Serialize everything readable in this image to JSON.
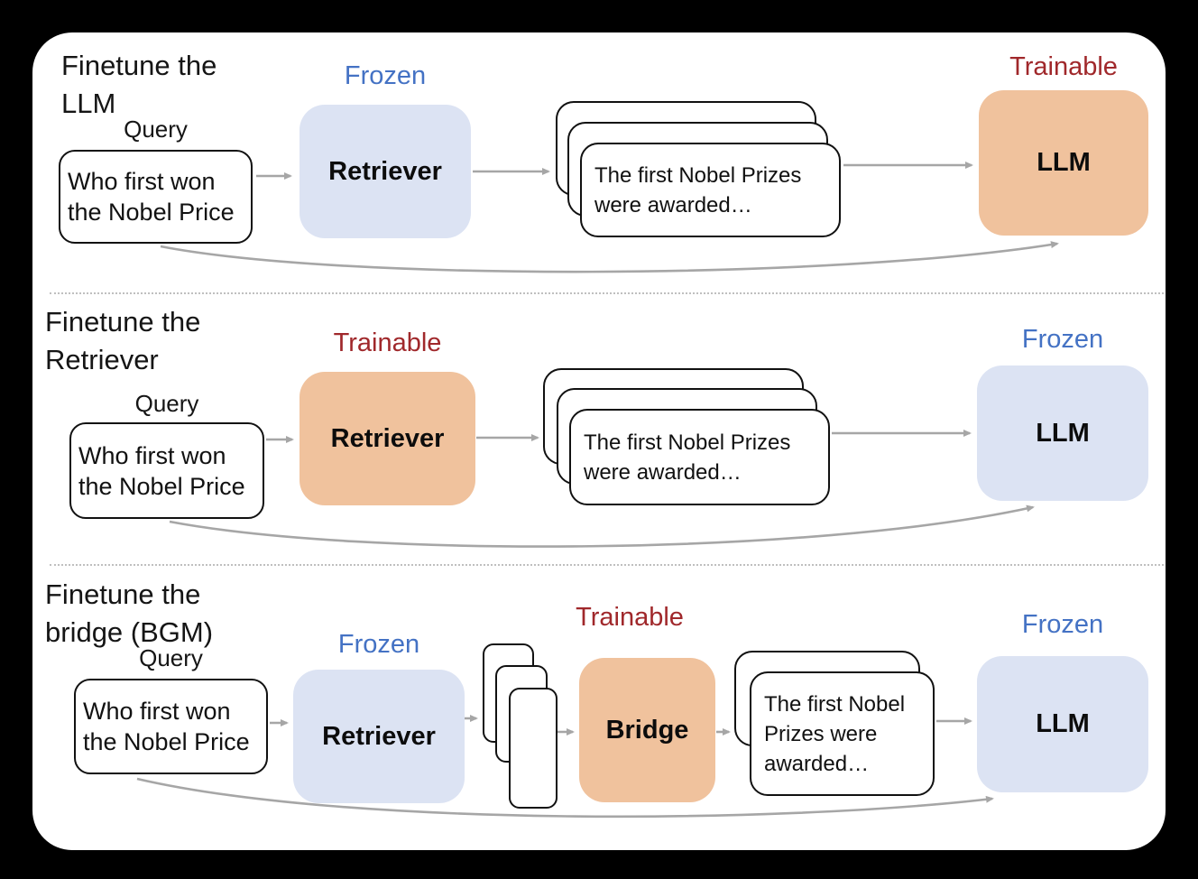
{
  "colors": {
    "background": "#000000",
    "panel": "#FFFFFF",
    "frozen_label": "#4472C4",
    "trainable_label": "#A0282B",
    "frozen_box": "#DCE3F3",
    "trainable_box": "#F0C29D",
    "arrow": "#A6A6A6",
    "box_border": "#111111"
  },
  "rows": [
    {
      "title_line1": "Finetune the",
      "title_line2": "LLM",
      "query_label": "Query",
      "query_text": "Who first won the Nobel Price",
      "retriever_state": "Frozen",
      "retriever_label": "Retriever",
      "docs_text": "The first Nobel Prizes were awarded…",
      "llm_state": "Trainable",
      "llm_label": "LLM"
    },
    {
      "title_line1": "Finetune the",
      "title_line2": "Retriever",
      "query_label": "Query",
      "query_text": "Who first won the Nobel Price",
      "retriever_state": "Trainable",
      "retriever_label": "Retriever",
      "docs_text": "The first Nobel Prizes were awarded…",
      "llm_state": "Frozen",
      "llm_label": "LLM"
    },
    {
      "title_line1": "Finetune the",
      "title_line2": "bridge (BGM)",
      "query_label": "Query",
      "query_text": "Who first won the Nobel Price",
      "retriever_state": "Frozen",
      "retriever_label": "Retriever",
      "bridge_state": "Trainable",
      "bridge_label": "Bridge",
      "docs_text": "The first Nobel Prizes were awarded…",
      "llm_state": "Frozen",
      "llm_label": "LLM"
    }
  ]
}
